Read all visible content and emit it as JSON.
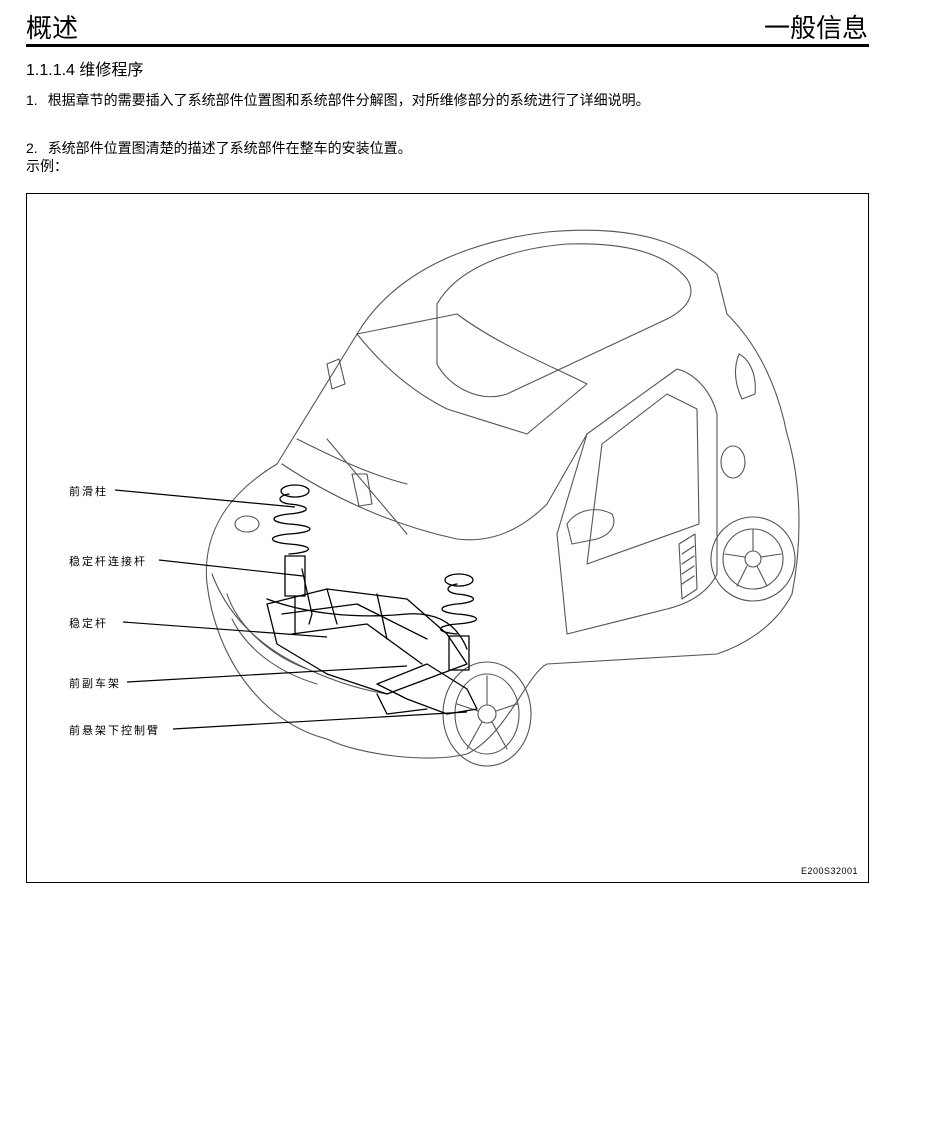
{
  "header": {
    "left_title": "概述",
    "right_title": "一般信息"
  },
  "section_heading": "1.1.1.4 维修程序",
  "paragraphs": [
    {
      "num": "1.",
      "text": "根据章节的需要插入了系统部件位置图和系统部件分解图，对所维修部分的系统进行了详细说明。"
    },
    {
      "num": "2.",
      "text": "系统部件位置图清楚的描述了系统部件在整车的安装位置。"
    }
  ],
  "example_label": "示例：",
  "figure": {
    "callouts": [
      "前滑柱",
      "稳定杆连接杆",
      "稳定杆",
      "前副车架",
      "前悬架下控制臂"
    ],
    "code": "E200S32001"
  }
}
